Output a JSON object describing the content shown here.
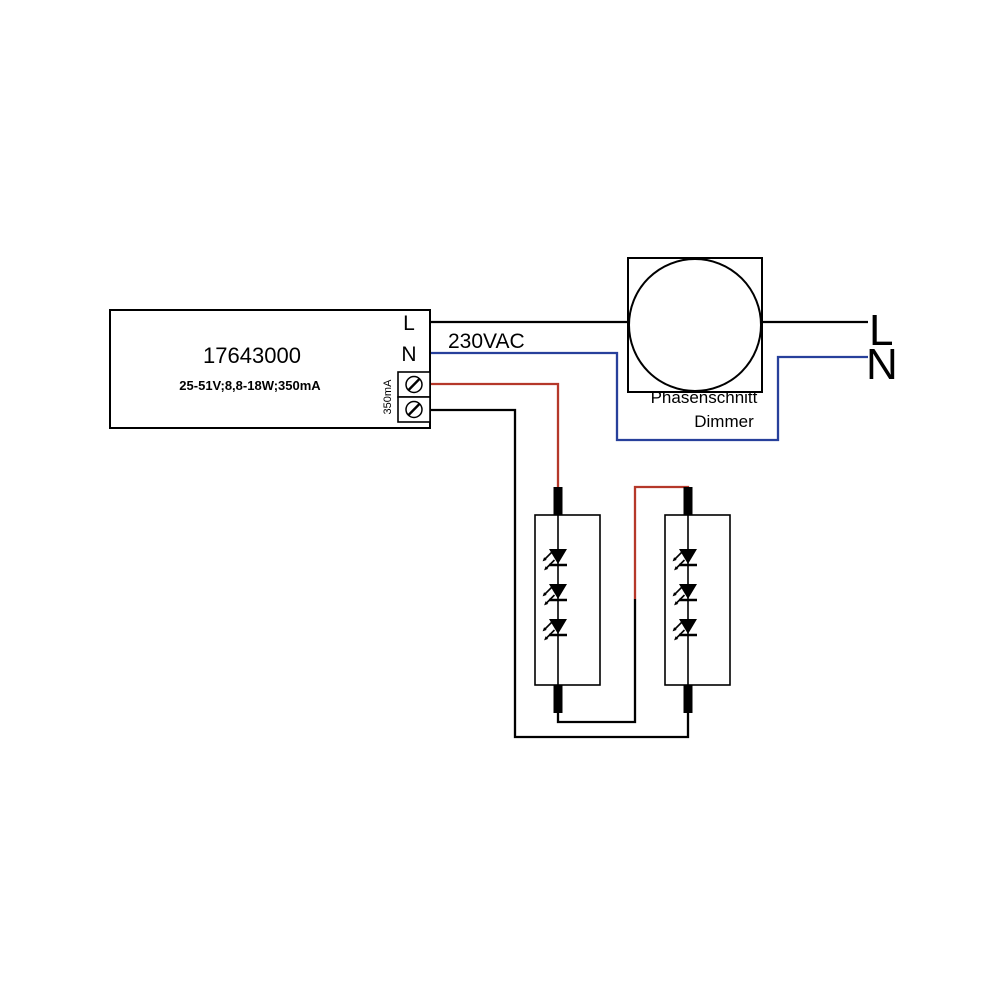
{
  "driver": {
    "model": "17643000",
    "spec": "25-51V;8,8-18W;350mA",
    "terminal_l": "L",
    "terminal_n": "N",
    "output_current": "350mA"
  },
  "supply": {
    "voltage": "230VAC",
    "line_label": "L",
    "neutral_label": "N"
  },
  "dimmer": {
    "label_line1": "Phasenschnitt",
    "label_line2": "Dimmer"
  },
  "led_chain": {
    "module_count": 2,
    "leds_per_module": 3
  },
  "colors": {
    "wire_black": "#000000",
    "wire_red": "#b5382a",
    "wire_blue": "#27409b",
    "outline": "#000000"
  }
}
